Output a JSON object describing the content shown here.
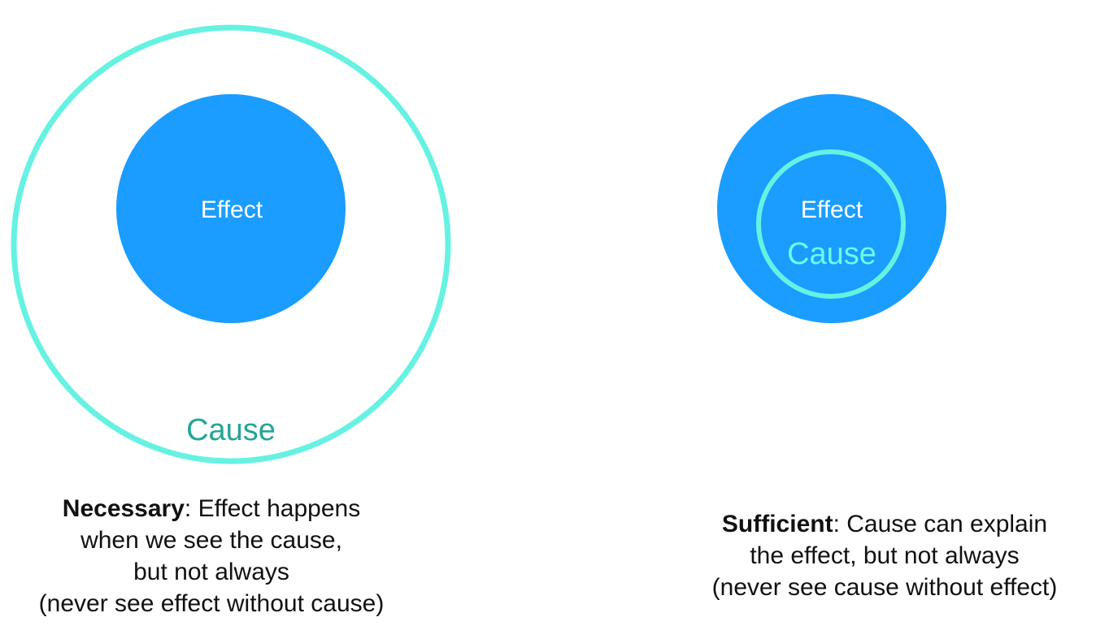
{
  "colors": {
    "effect_fill": "#1a9dff",
    "cause_ring": "#66f2e2",
    "cause_label_outer": "#25a596",
    "cause_label_inner": "#6ff7e8",
    "effect_text": "#ffffff",
    "caption_text": "#111111"
  },
  "necessary": {
    "effect_label": "Effect",
    "cause_label": "Cause",
    "caption": {
      "term": "Necessary",
      "line1_rest": ": Effect happens",
      "line2": "when we see the cause,",
      "line3": "but not always",
      "line4": "(never see effect without cause)"
    }
  },
  "sufficient": {
    "effect_label": "Effect",
    "cause_label": "Cause",
    "caption": {
      "term": "Sufficient",
      "line1_rest": ": Cause can explain",
      "line2": "the effect, but not always",
      "line3": "(never see cause without effect)"
    }
  }
}
